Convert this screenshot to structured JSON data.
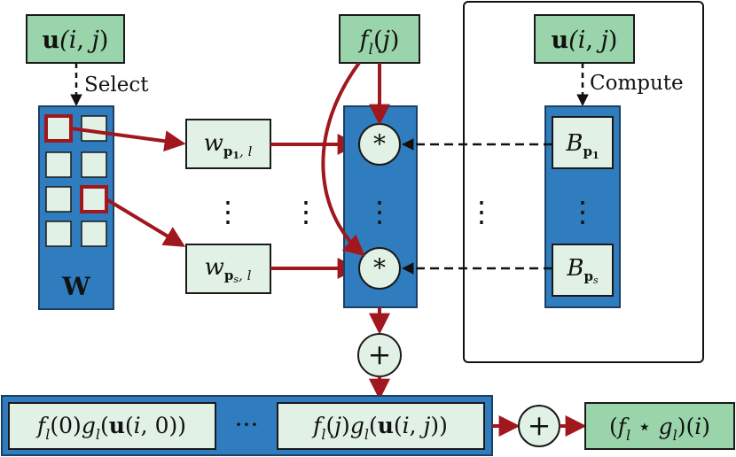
{
  "colors": {
    "blue": "#2F7DBF",
    "blue_stroke": "#1C3F63",
    "cell_fill": "#E1F1E5",
    "header_fill": "#9AD4AA",
    "border": "#1A1A1A",
    "red": "#A0171D",
    "panel_border": "#111111"
  },
  "left": {
    "u_label": "u(i, j)",
    "select_label": "Select",
    "w_label": "W",
    "w_p1_label": "w p1, l",
    "w_ps_label": "w ps, l"
  },
  "center": {
    "f_label": "f_l(j)",
    "star_symbol": "*",
    "plus_symbol": "+"
  },
  "right": {
    "u_label": "u(i, j)",
    "compute_label": "Compute",
    "b_p1_label": "B p1",
    "b_ps_label": "B ps"
  },
  "bottom": {
    "cell_1": "f_l(0)g_l(u(i, 0))",
    "ellipsis": "···",
    "cell_2": "f_l(j)g_l(u(i, j))",
    "plus_symbol": "+",
    "result": "(f_l ⋆ g_l)(i)"
  },
  "dots": {
    "vertical": "⋮"
  }
}
